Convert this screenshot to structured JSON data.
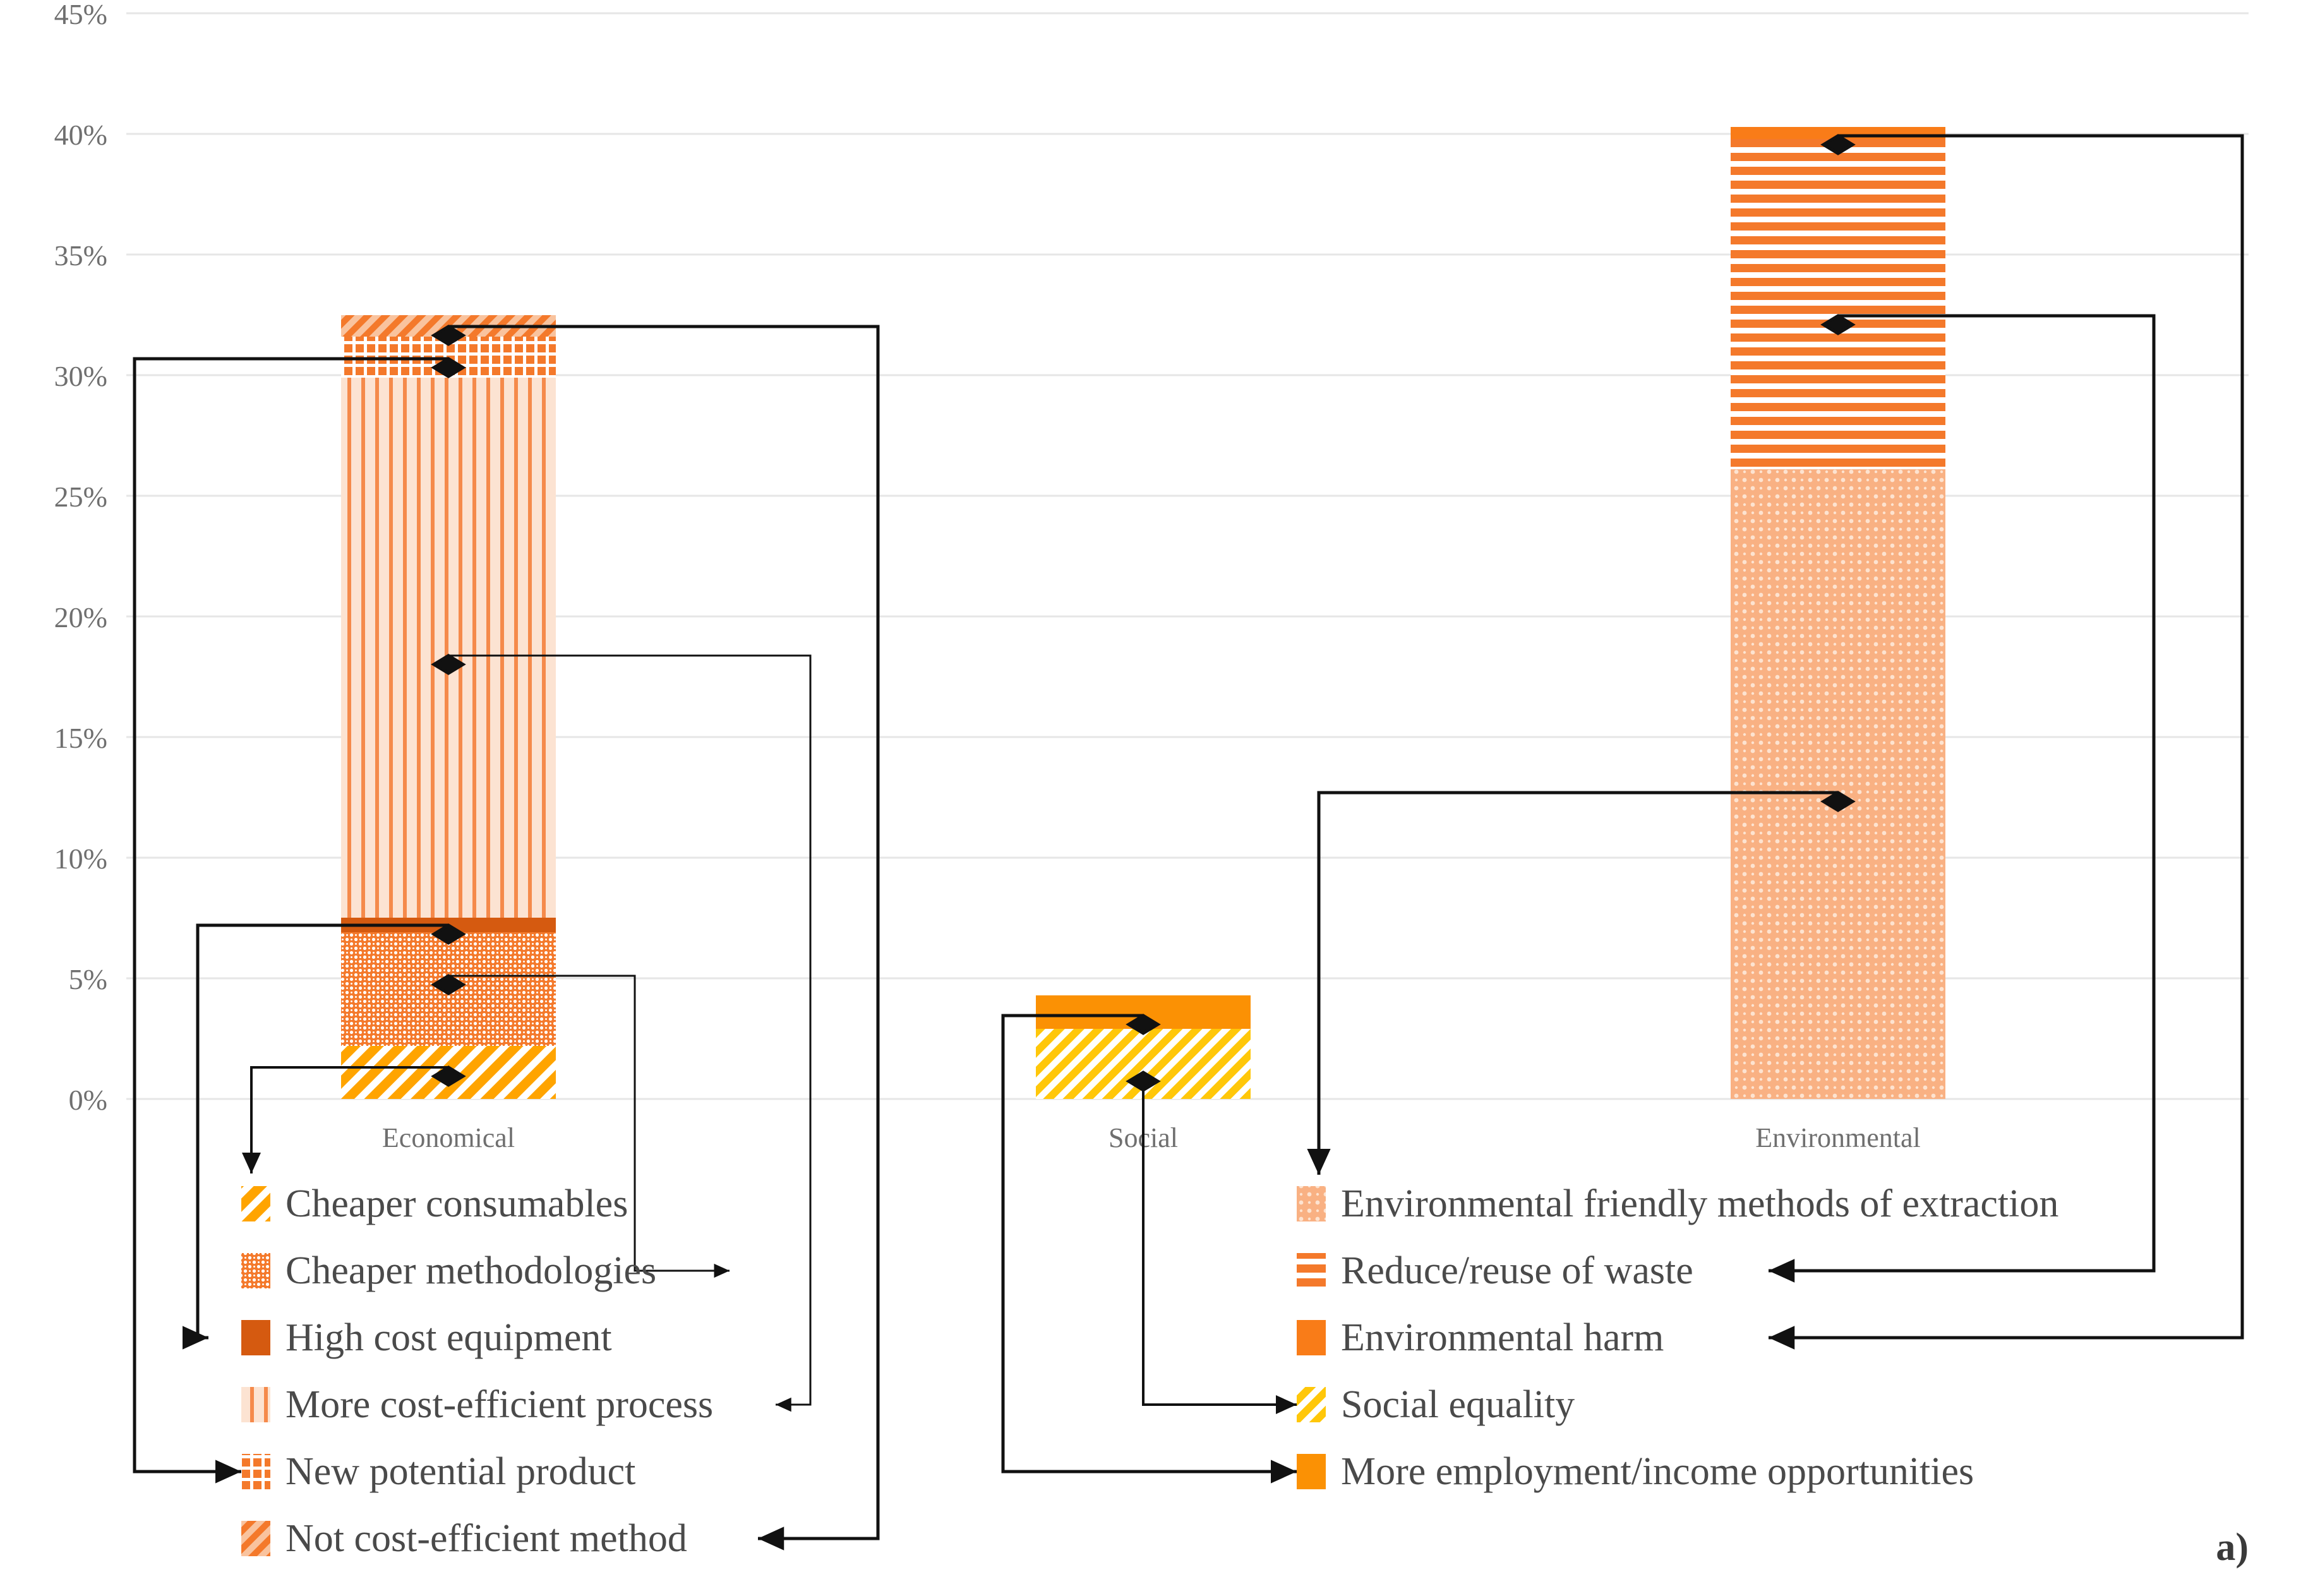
{
  "figure": {
    "panel_label": "a)",
    "axis": {
      "y_ticks": [
        "0%",
        "5%",
        "10%",
        "15%",
        "20%",
        "25%",
        "30%",
        "35%",
        "40%",
        "45%"
      ],
      "y_min": 0,
      "y_max": 45,
      "x_categories": [
        "Economical",
        "Social",
        "Environmental"
      ]
    }
  },
  "chart_data": {
    "type": "bar",
    "subtype": "stacked-bar",
    "title": "",
    "xlabel": "",
    "ylabel": "",
    "ylim": [
      0,
      45
    ],
    "ytick_labels": [
      "0%",
      "5%",
      "10%",
      "15%",
      "20%",
      "25%",
      "30%",
      "35%",
      "40%",
      "45%"
    ],
    "ytick_values": [
      0,
      5,
      10,
      15,
      20,
      25,
      30,
      35,
      40,
      45
    ],
    "grid": true,
    "legend_position": "below",
    "categories": [
      "Economical",
      "Social",
      "Environmental"
    ],
    "series": [
      {
        "name": "Cheaper consumables",
        "pattern": "diagonal-hatch-yellow",
        "color": "#FFA400",
        "values": [
          2.2,
          null,
          null
        ],
        "label_value": "2.2%"
      },
      {
        "name": "Cheaper methodologies",
        "pattern": "dense-speckle",
        "color": "#F4792B",
        "values": [
          4.7,
          null,
          null
        ],
        "label_value": "4.7%"
      },
      {
        "name": "High cost equipment",
        "pattern": "solid",
        "color": "#D55A10",
        "values": [
          0.6,
          null,
          null
        ],
        "label_value": "0.6%"
      },
      {
        "name": "More cost-efficient process",
        "pattern": "vertical-lines",
        "color": "#F58A4B",
        "values": [
          22.4,
          null,
          null
        ],
        "label_value": "22.4%"
      },
      {
        "name": "New potential product",
        "pattern": "cross-grid",
        "color": "#F4792B",
        "values": [
          1.7,
          null,
          null
        ],
        "label_value": "1.7%"
      },
      {
        "name": "Not cost-efficient method",
        "pattern": "diagonal-hatch-orange",
        "color": "#F4792B",
        "values": [
          0.9,
          null,
          null
        ],
        "label_value": "0.9%"
      },
      {
        "name": "Social equality",
        "pattern": "diagonal-hatch-yellow",
        "color": "#FFC709",
        "values": [
          null,
          2.9,
          null
        ],
        "label_value": "2.9%"
      },
      {
        "name": "More employment/income opportunities",
        "pattern": "solid",
        "color": "#FB9104",
        "values": [
          null,
          1.4,
          null
        ],
        "label_value": "1.4%"
      },
      {
        "name": "Environmental friendly methods of extraction",
        "pattern": "dot-speckle-light",
        "color": "#F9B183",
        "values": [
          null,
          null,
          26.1
        ],
        "label_value": "26.1%"
      },
      {
        "name": "Reduce/reuse of waste",
        "pattern": "horizontal-lines",
        "color": "#F4792B",
        "values": [
          null,
          null,
          13.7
        ],
        "label_value": "13.7%"
      },
      {
        "name": "Environmental harm",
        "pattern": "solid",
        "color": "#F97C18",
        "values": [
          null,
          null,
          0.5
        ],
        "label_value": "0.5%"
      }
    ],
    "totals": {
      "Economical": 32.5,
      "Social": 4.3,
      "Environmental": 40.3
    },
    "markers": [
      {
        "category": "Economical",
        "series": "Not cost-efficient method",
        "value": 32.2
      },
      {
        "category": "Economical",
        "series": "New potential product",
        "value": 30.8
      },
      {
        "category": "Economical",
        "series": "More cost-efficient process",
        "value": 18.6
      },
      {
        "category": "Economical",
        "series": "High cost equipment",
        "value": 6.9
      },
      {
        "category": "Economical",
        "series": "Cheaper methodologies",
        "value": 4.2
      },
      {
        "category": "Economical",
        "series": "Cheaper consumables",
        "value": 1.3
      },
      {
        "category": "Social",
        "series": "More employment/income opportunities",
        "value": 3.7
      },
      {
        "category": "Social",
        "series": "Social equality",
        "value": 1.1
      },
      {
        "category": "Environmental",
        "series": "Environmental harm",
        "value": 40.2
      },
      {
        "category": "Environmental",
        "series": "Reduce/reuse of waste",
        "value": 32.5
      },
      {
        "category": "Environmental",
        "series": "Environmental friendly methods of extraction",
        "value": 13.0
      }
    ]
  },
  "legend_left": {
    "items": [
      {
        "label": "Cheaper consumables",
        "swatch": "diagonal-hatch-yellow"
      },
      {
        "label": "Cheaper methodologies",
        "swatch": "dense-speckle"
      },
      {
        "label": "High cost equipment",
        "swatch": "solid-dark-orange"
      },
      {
        "label": "More cost-efficient process",
        "swatch": "vertical-lines"
      },
      {
        "label": "New potential product",
        "swatch": "cross-grid"
      },
      {
        "label": "Not cost-efficient method",
        "swatch": "diagonal-hatch-orange"
      }
    ]
  },
  "legend_right": {
    "items": [
      {
        "label": "Environmental friendly methods of extraction",
        "swatch": "dot-speckle-light"
      },
      {
        "label": "Reduce/reuse of waste",
        "swatch": "horizontal-lines"
      },
      {
        "label": "Environmental harm",
        "swatch": "solid-orange"
      },
      {
        "label": "Social equality",
        "swatch": "diagonal-hatch-yellow-light"
      },
      {
        "label": "More employment/income opportunities",
        "swatch": "solid-amber"
      }
    ]
  },
  "colors": {
    "orange_dark": "#D55A10",
    "orange": "#F4792B",
    "orange_mid": "#F97C18",
    "orange_light": "#F9B183",
    "amber": "#FB9104",
    "yellow": "#FFC709",
    "gridline": "#E3E3E3",
    "connector": "#1a1a1a"
  }
}
